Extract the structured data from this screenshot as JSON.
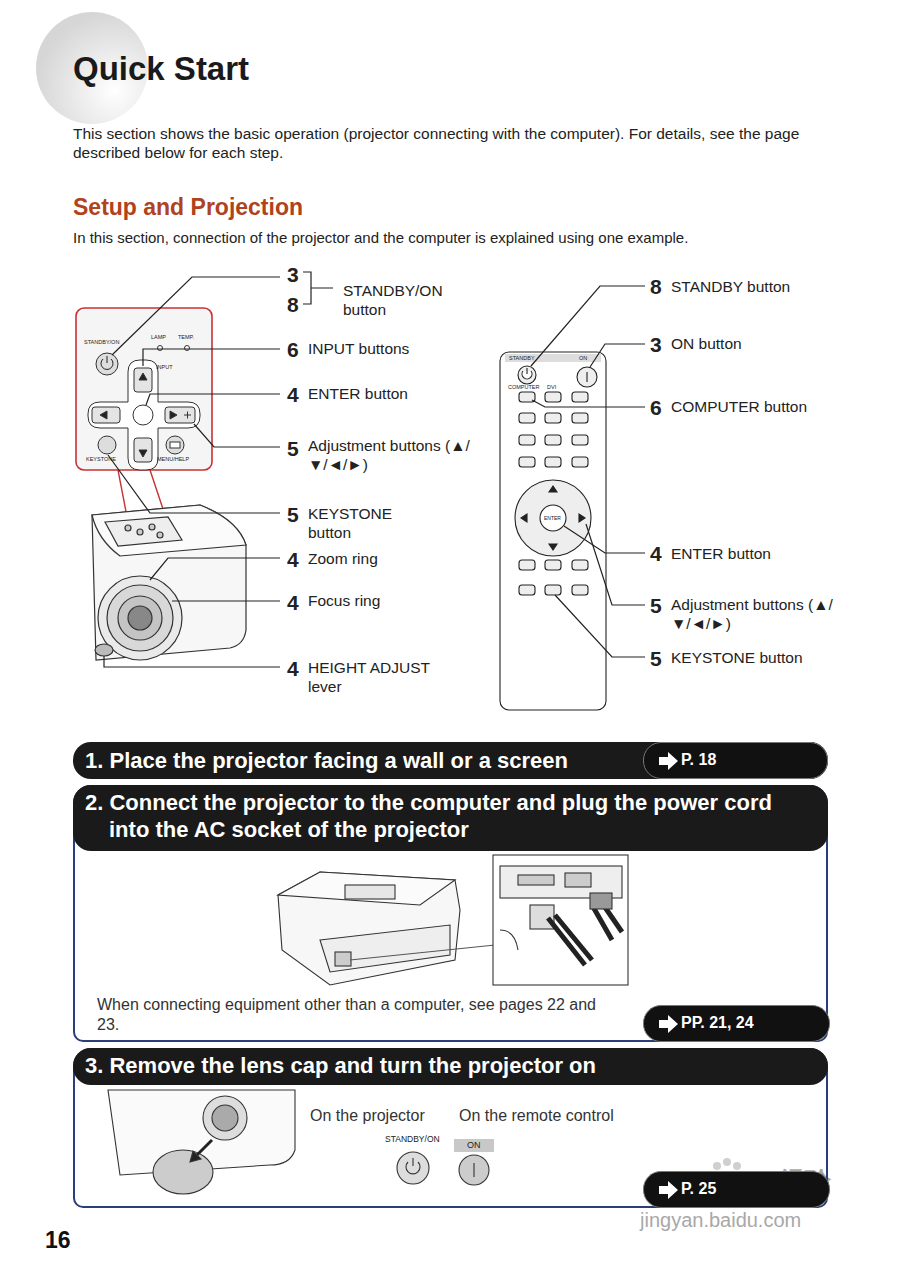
{
  "diagram": {
    "title": "Quick Start",
    "nodes": [
      {
        "text": [
          "1. Place the projector facing a wall or a screen"
        ]
      },
      {
        "text": [
          "P. 18"
        ],
        "in": 0
      },
      {
        "text": [
          "2. Connect the projector to the computer and plug the power cord into the AC socket of the projector",
          "When connecting equipment other than a computer, see pages 22 and 23."
        ]
      },
      {
        "text": [
          "PP. 21, 24"
        ],
        "in": 2
      },
      {
        "text": [
          "3. Remove the lens cap and turn the projector on",
          "On the projector",
          "On the remote control"
        ]
      },
      {
        "text": [
          "P. 25"
        ],
        "in": 4
      }
    ],
    "labels": [
      "This section shows the basic operation (projector connecting with the computer). For details, see the page described below for each step.",
      "Setup and Projection",
      "In this section, connection of the projector and the computer is explained using one example.",
      "3",
      "8",
      "STANDBY/ON button",
      "6",
      "INPUT buttons",
      "4",
      "ENTER button",
      "5",
      "Adjustment buttons (▲/▼/◄/►)",
      "5",
      "KEYSTONE button",
      "4",
      "Zoom ring",
      "4",
      "Focus ring",
      "4",
      "HEIGHT ADJUST lever",
      "8",
      "STANDBY button",
      "3",
      "ON button",
      "6",
      "COMPUTER button",
      "4",
      "ENTER button",
      "5",
      "Adjustment buttons (▲/▼/◄/►)",
      "5",
      "KEYSTONE button",
      "STANDBY/ON",
      "LAMP",
      "TEMP.",
      "INPUT",
      "KEYSTONE",
      "MENU/HELP",
      "STANDBY",
      "ON",
      "COMPUTER",
      "DVI",
      "ENTER",
      "STANDBY/ON",
      "ON",
      "16",
      "Bai",
      "du 经验",
      "jingyan.baidu.com"
    ]
  }
}
